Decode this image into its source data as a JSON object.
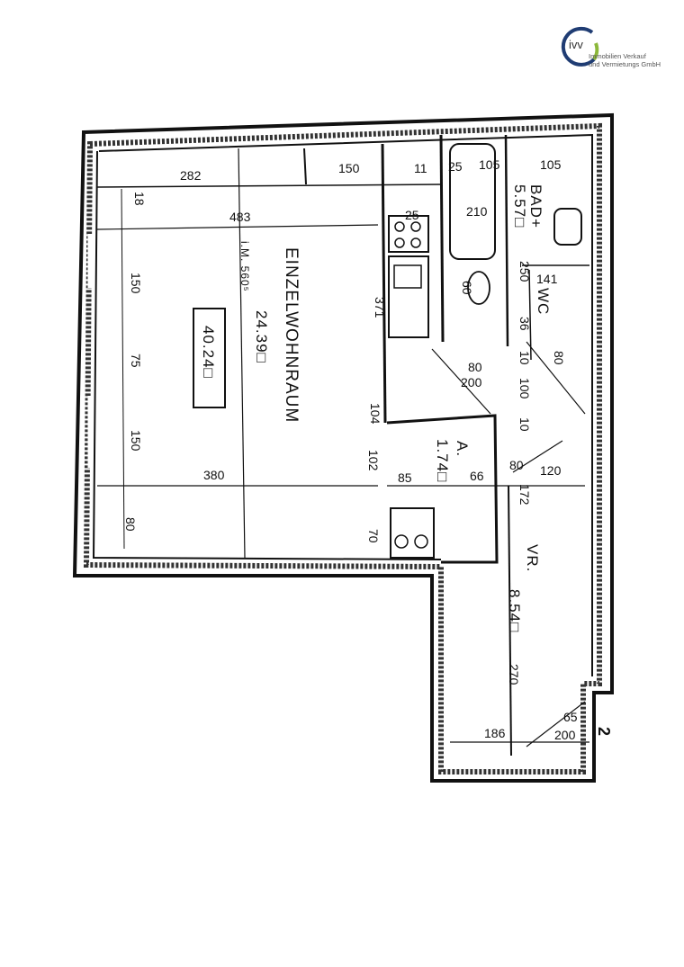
{
  "logo": {
    "brand": "ivv",
    "line1": "Immobilien Verkauf",
    "line2": "und Vermietungs GmbH",
    "colors": {
      "ring_blue": "#1f3c73",
      "ring_green": "#8cb83a",
      "text": "#555555"
    }
  },
  "page_number": "2",
  "rooms": {
    "einzelwohnraum": {
      "name": "EINZELWOHNRAUM",
      "area": "24.39□",
      "height": "i.M. 560⁵"
    },
    "bad": {
      "name": "BAD+",
      "area": "5.57□"
    },
    "wc": {
      "name": "WC"
    },
    "a": {
      "name": "A.",
      "area": "1.74□"
    },
    "vr": {
      "name": "VR.",
      "area": "8.54□"
    },
    "box": {
      "area": "40.24□"
    }
  },
  "dimensions": {
    "d282": "282",
    "d150a": "150",
    "d11": "11",
    "d25a": "25",
    "d105a": "105",
    "d105b": "105",
    "d18": "18",
    "d483": "483",
    "d25b": "25",
    "d210": "210",
    "d250": "250",
    "d141": "141",
    "d150b": "150",
    "d75": "75",
    "d150c": "150",
    "d371": "371",
    "d80a": "80",
    "d60": "60",
    "d36": "36",
    "d80b": "80",
    "d200a": "200",
    "d10a": "10",
    "d100": "100",
    "d104": "104",
    "d10b": "10",
    "d380": "380",
    "d102": "102",
    "d85": "85",
    "d66": "66",
    "d80c": "80",
    "d120": "120",
    "d172": "172",
    "d80d": "80",
    "d70": "70",
    "d270": "270",
    "d186": "186",
    "d65": "65",
    "d200b": "200"
  }
}
